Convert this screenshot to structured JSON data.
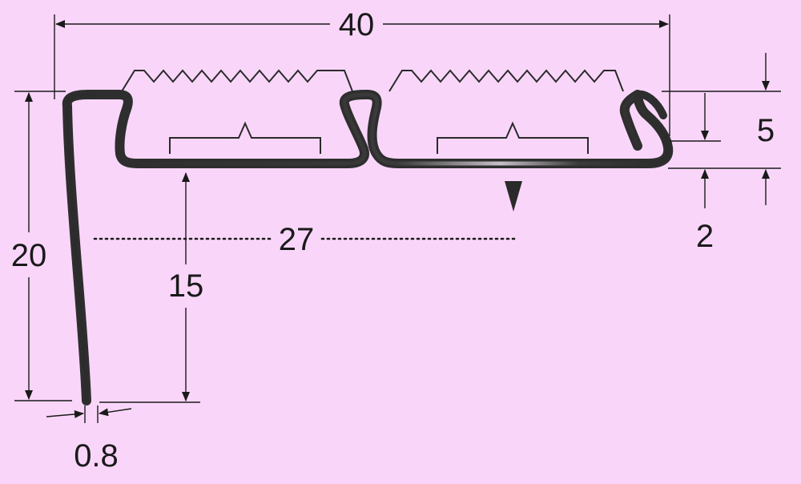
{
  "diagram": {
    "background_color": "#f9d6f9",
    "profile_color": "#3a3a3a",
    "line_color": "#1a1a1a",
    "labels": {
      "overall_width": "40",
      "total_height": "20",
      "inner_height": "15",
      "inner_span": "27",
      "top_offset": "5",
      "bottom_offset": "2",
      "thickness": "0.8"
    }
  }
}
